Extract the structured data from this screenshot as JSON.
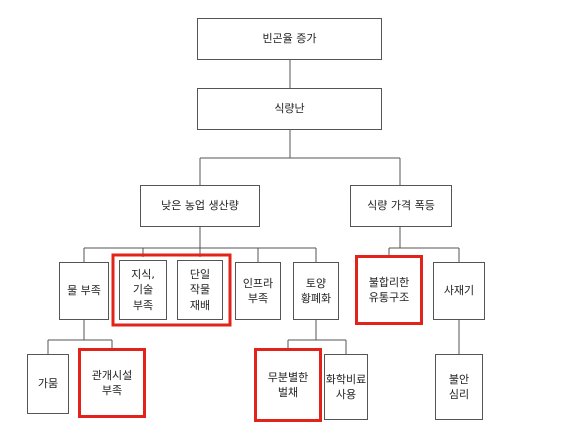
{
  "accent_color": "#e2231a",
  "nodes": {
    "poverty": "빈곤율 증가",
    "food_shortage": "식량난",
    "low_production": "낮은 농업 생산량",
    "price_surge": "식량 가격 폭등",
    "water_shortage": "물 부족",
    "knowledge": "지식,\n기술\n부족",
    "monoculture": "단일\n작물\n재배",
    "infrastructure": "인프라\n부족",
    "soil": "토양\n황폐화",
    "distribution": "불합리한\n유통구조",
    "hoarding": "사재기",
    "drought": "가뭄",
    "irrigation": "관개시설\n부족",
    "logging": "무분별한\n벌채",
    "fertilizer": "화학비료\n사용",
    "anxiety": "불안\n심리"
  },
  "highlighted": [
    "knowledge",
    "monoculture",
    "distribution",
    "irrigation",
    "logging"
  ]
}
